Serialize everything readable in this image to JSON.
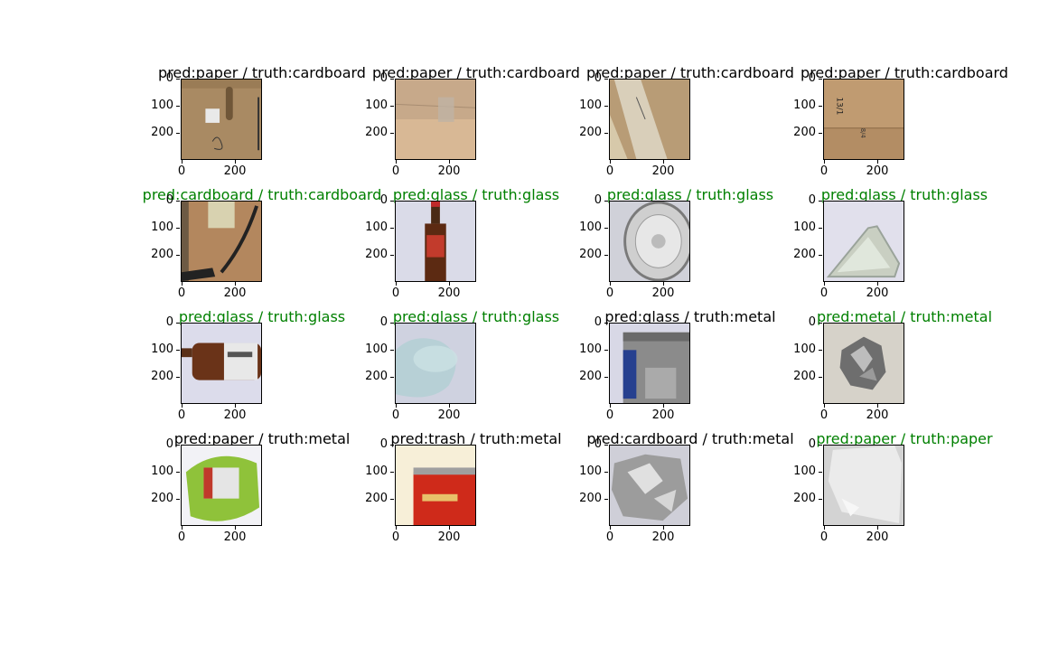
{
  "colors": {
    "correct": "#008000",
    "incorrect": "#000000"
  },
  "axis": {
    "y_ticks": [
      "0",
      "100",
      "200"
    ],
    "x_ticks": [
      "0",
      "200"
    ]
  },
  "panels": [
    {
      "pred": "paper",
      "truth": "cardboard",
      "title": "pred:paper / truth:cardboard",
      "correct": false,
      "image": "cardboard-box-with-label"
    },
    {
      "pred": "paper",
      "truth": "cardboard",
      "title": "pred:paper / truth:cardboard",
      "correct": false,
      "image": "cardboard-with-tape"
    },
    {
      "pred": "paper",
      "truth": "cardboard",
      "title": "pred:paper / truth:cardboard",
      "correct": false,
      "image": "cardboard-with-plastic"
    },
    {
      "pred": "paper",
      "truth": "cardboard",
      "title": "pred:paper / truth:cardboard",
      "correct": false,
      "image": "cardboard-box-printed"
    },
    {
      "pred": "cardboard",
      "truth": "cardboard",
      "title": "pred:cardboard / truth:cardboard",
      "correct": true,
      "image": "cardboard-box-dark-strap"
    },
    {
      "pred": "glass",
      "truth": "glass",
      "title": "pred:glass / truth:glass",
      "correct": true,
      "image": "brown-beer-bottle"
    },
    {
      "pred": "glass",
      "truth": "glass",
      "title": "pred:glass / truth:glass",
      "correct": true,
      "image": "glass-jar-top-view"
    },
    {
      "pred": "glass",
      "truth": "glass",
      "title": "pred:glass / truth:glass",
      "correct": true,
      "image": "glass-shard"
    },
    {
      "pred": "glass",
      "truth": "glass",
      "title": "pred:glass / truth:glass",
      "correct": true,
      "image": "beer-bottle-sideways"
    },
    {
      "pred": "glass",
      "truth": "glass",
      "title": "pred:glass / truth:glass",
      "correct": true,
      "image": "glass-bowl"
    },
    {
      "pred": "glass",
      "truth": "metal",
      "title": "pred:glass / truth:metal",
      "correct": false,
      "image": "metal-tin-can"
    },
    {
      "pred": "metal",
      "truth": "metal",
      "title": "pred:metal / truth:metal",
      "correct": true,
      "image": "crumpled-foil"
    },
    {
      "pred": "paper",
      "truth": "metal",
      "title": "pred:paper / truth:metal",
      "correct": false,
      "image": "crushed-green-can"
    },
    {
      "pred": "trash",
      "truth": "metal",
      "title": "pred:trash / truth:metal",
      "correct": false,
      "image": "red-soda-can"
    },
    {
      "pred": "cardboard",
      "truth": "metal",
      "title": "pred:cardboard / truth:metal",
      "correct": false,
      "image": "aluminum-foil-ball"
    },
    {
      "pred": "paper",
      "truth": "paper",
      "title": "pred:paper / truth:paper",
      "correct": true,
      "image": "white-paper-sheet"
    }
  ]
}
